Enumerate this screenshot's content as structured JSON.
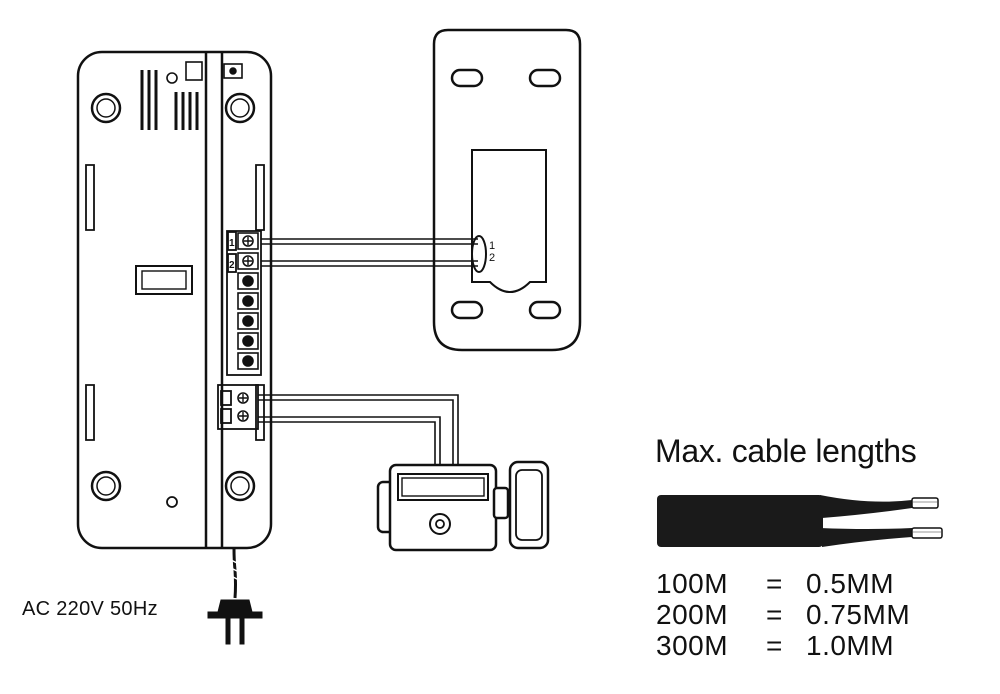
{
  "indoor_unit": {
    "terminal_labels": [
      "1",
      "2"
    ]
  },
  "outdoor_unit": {
    "terminal_labels": [
      "1",
      "2"
    ]
  },
  "power": {
    "label": "AC 220V 50Hz"
  },
  "cable_spec": {
    "heading": "Max. cable lengths",
    "rows": [
      {
        "length": "100M",
        "eq": "=",
        "size": "0.5MM"
      },
      {
        "length": "200M",
        "eq": "=",
        "size": "0.75MM"
      },
      {
        "length": "300M",
        "eq": "=",
        "size": "1.0MM"
      }
    ]
  }
}
